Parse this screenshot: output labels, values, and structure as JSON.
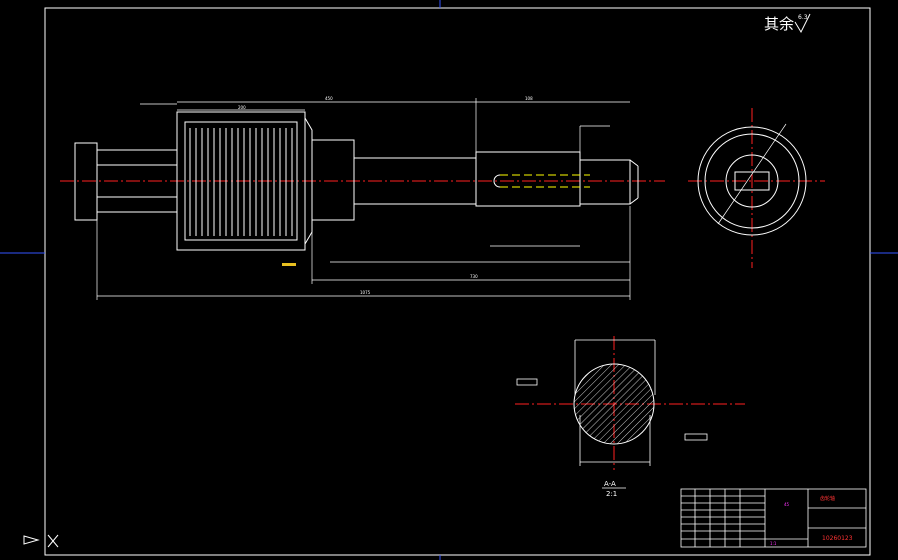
{
  "drawing": {
    "roughness_note": "其余",
    "roughness_value": "6.3",
    "section_label": "A-A",
    "section_scale": "2:1",
    "title_block": {
      "material": "45",
      "part_name": "齿轮轴",
      "code": "10260123",
      "scale": "1:1"
    },
    "dims_top": [
      "200",
      "450",
      "108"
    ],
    "dims_bottom": [
      "1075",
      "730"
    ],
    "colors": {
      "background": "#000000",
      "lines": "#ffffff",
      "centerline": "#ff2020",
      "hidden": "#ffff00",
      "titleblock_text": "#ff33ff",
      "frame_marker": "#3355ff"
    }
  }
}
